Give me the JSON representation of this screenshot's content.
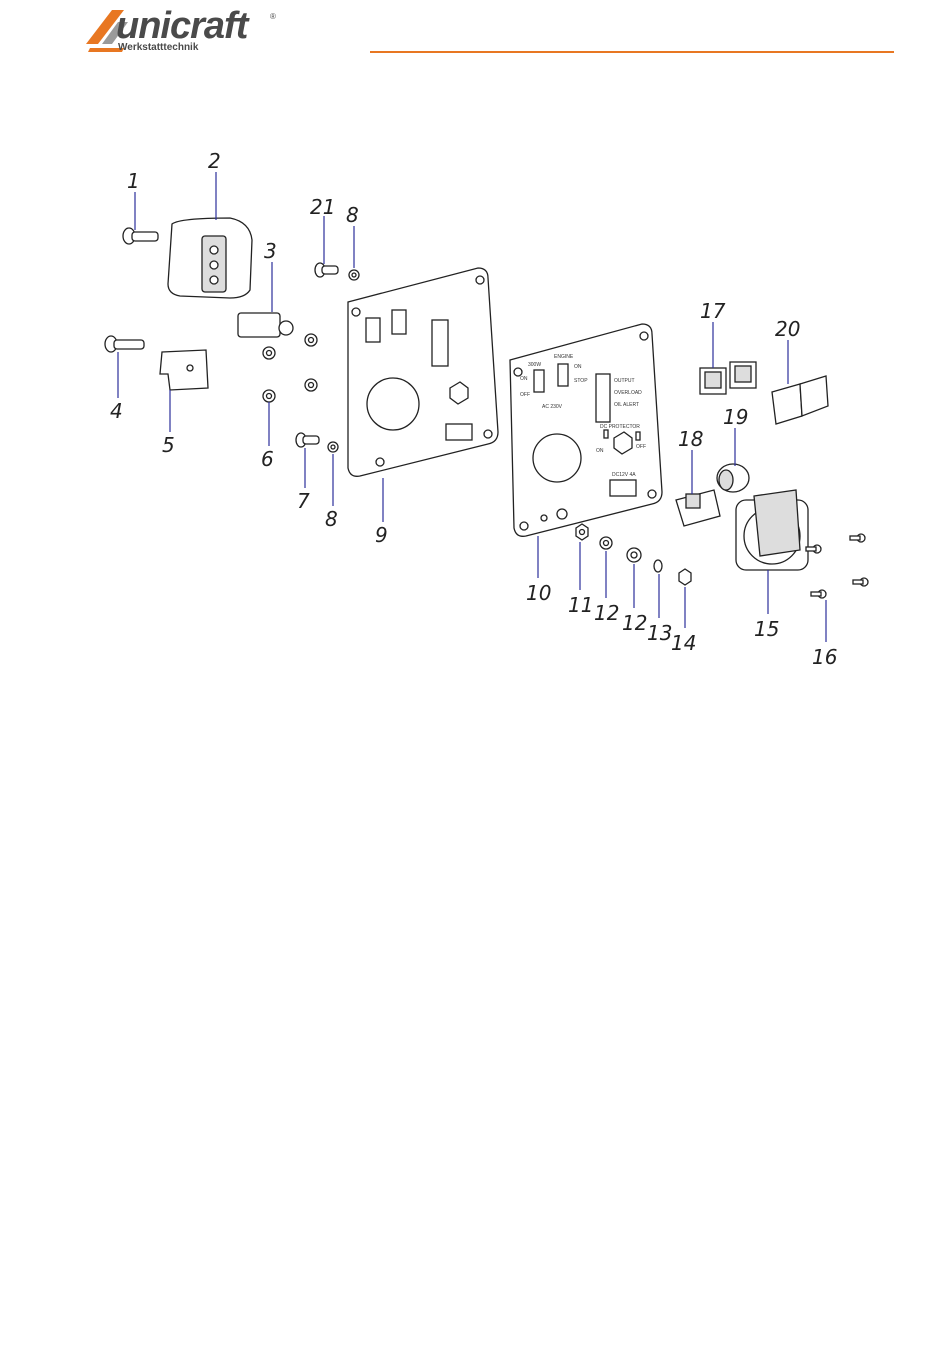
{
  "header": {
    "brand": "unicraft",
    "registered": "®",
    "tagline": "Werkstatttechnik",
    "accent_color": "#e87722"
  },
  "panel": {
    "label_300w": "300W",
    "label_engine": "ENGINE",
    "label_on_left": "ON",
    "label_off": "OFF",
    "label_on_right": "ON",
    "label_stop": "STOP",
    "label_ac": "AC 230V",
    "label_output": "OUTPUT",
    "label_overload": "OVERLOAD",
    "label_oil": "OIL ALERT",
    "label_dc_protector": "DC PROTECTOR",
    "label_dc_on": "ON",
    "label_dc_off": "OFF",
    "label_dc": "DC12V 4A"
  },
  "callouts": [
    "1",
    "2",
    "3",
    "4",
    "5",
    "6",
    "7",
    "8",
    "9",
    "10",
    "11",
    "12",
    "12",
    "13",
    "14",
    "15",
    "16",
    "17",
    "18",
    "19",
    "20",
    "21",
    "8"
  ]
}
